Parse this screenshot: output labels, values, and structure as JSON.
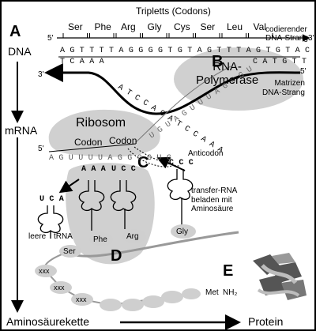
{
  "section_letters": {
    "a": "A",
    "b": "B",
    "c": "C",
    "d": "D",
    "e": "E"
  },
  "row_labels": {
    "dna": "DNA",
    "mrna": "mRNA",
    "chain": "Aminosäurekette",
    "protein": "Protein"
  },
  "triplets_title": "Tripletts (Codons)",
  "codons": [
    "Ser",
    "Phe",
    "Arg",
    "Gly",
    "Cys",
    "Ser",
    "Leu",
    "Val"
  ],
  "coding_strand_label": [
    "codierender",
    "DNA-Strang"
  ],
  "template_strand_label": [
    "Matrizen",
    "DNA-Strang"
  ],
  "strand_ends": {
    "five": "5'",
    "three": "3'"
  },
  "coding_sequence": "A G T T T T A G G G G T G T A G T T T A G T G T A C A A",
  "template_left": "T C A A A",
  "template_bubble": "A T C C A C A T C C A A A",
  "template_right": "C A T G T T",
  "polymerase_label": [
    "RNA-",
    "Polymerase"
  ],
  "ribosome_label": "Ribosom",
  "codon_labels": [
    "Codon",
    "Codon"
  ],
  "mrna_sequence": "A G U U U U A G G G G U G",
  "new_rna": "U G U A G U U U A G U G U",
  "anticodon_label": "Anticodon",
  "anticodons": {
    "released": "U C A",
    "phe": "A A A",
    "arg": "U C C",
    "incoming": "C C C"
  },
  "trna_label": [
    "transfer-RNA",
    "beladen mit",
    "Aminosäure"
  ],
  "empty_trna_label": [
    "leere",
    "tRNA"
  ],
  "amino_beads": {
    "ser": "Ser",
    "phe": "Phe",
    "arg": "Arg",
    "gly": "Gly"
  },
  "chain_beads": [
    "xxx",
    "xxx",
    "xxx"
  ],
  "met_label": "Met",
  "nh2_label": "NH₂",
  "colors": {
    "ink": "#000000",
    "blob": "#d0d0d0",
    "bead": "#cfcfcf",
    "protein_dark": "#555555",
    "protein_light": "#bdbdbd"
  },
  "icons": {
    "protein_structure": "protein-3d-structure-icon"
  }
}
